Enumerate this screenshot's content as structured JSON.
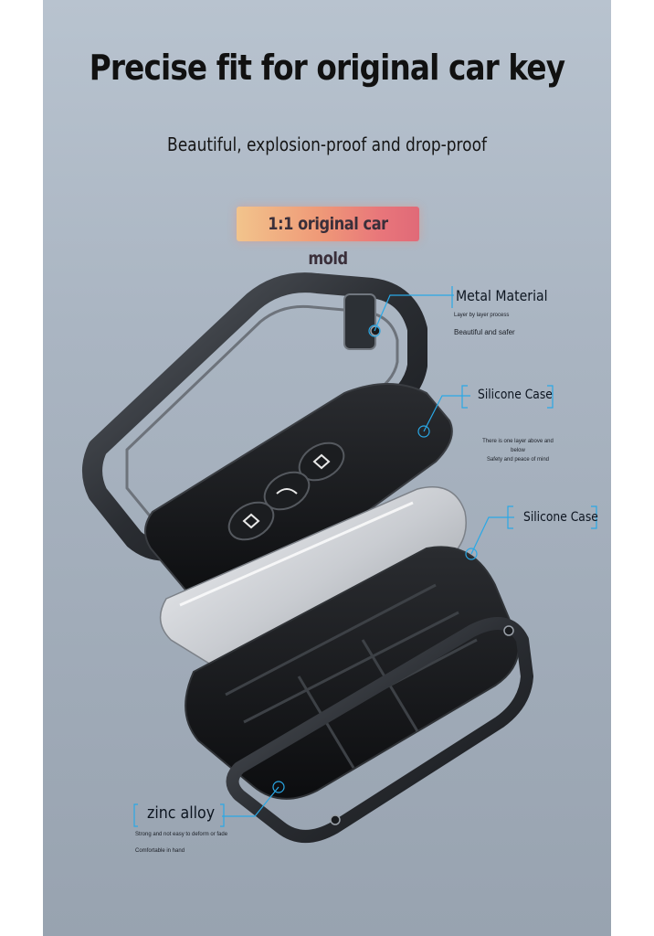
{
  "headline": "Precise fit for original car key",
  "subheadline": "Beautiful, explosion-proof and drop-proof",
  "badge": "1:1 original car mold",
  "callouts": {
    "metal": {
      "title": "Metal Material",
      "line1": "Layer by layer process",
      "line2": "Beautiful and safer"
    },
    "silicone_upper": {
      "title": "Silicone Case",
      "line1": "There is one layer above and",
      "line2": "below",
      "line3": "Safety and peace of mind"
    },
    "silicone_lower": {
      "title": "Silicone Case"
    },
    "zinc": {
      "title": "zinc alloy",
      "line1": "Strong and not easy to deform or fade",
      "line2": "Comfortable in hand"
    }
  },
  "colors": {
    "accent_line": "#2aa8e6",
    "panel_top": "#b8c3cf",
    "panel_bottom": "#98a3b0"
  }
}
